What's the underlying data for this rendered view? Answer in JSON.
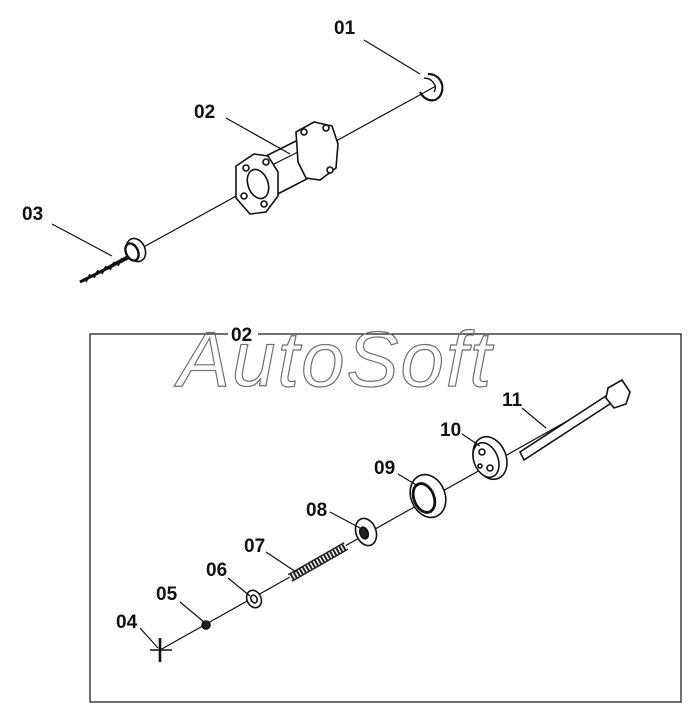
{
  "watermark": "AutoSoft",
  "upper_assembly": {
    "callouts": [
      "01",
      "02",
      "03"
    ]
  },
  "detail_box": {
    "title": "02",
    "callouts": [
      "04",
      "05",
      "06",
      "07",
      "08",
      "09",
      "10",
      "11"
    ]
  }
}
